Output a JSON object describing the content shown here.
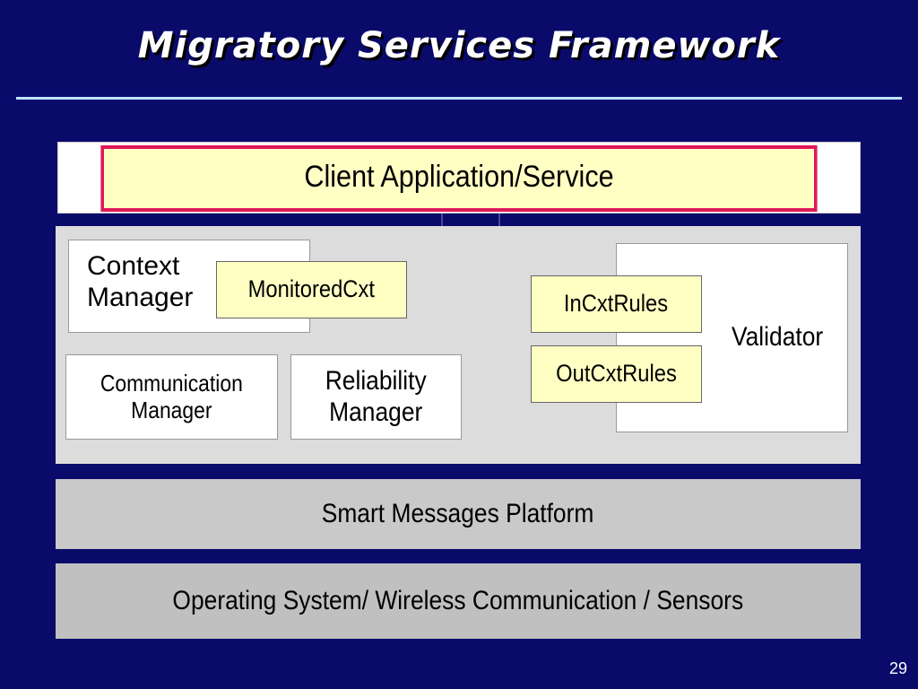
{
  "slide": {
    "title": "Migratory Services Framework",
    "page_number": "29"
  },
  "diagram": {
    "client": "Client Application/Service",
    "context_manager": [
      "Context",
      "Manager"
    ],
    "monitored_cxt": "MonitoredCxt",
    "communication_manager": [
      "Communication",
      "Manager"
    ],
    "reliability_manager": [
      "Reliability",
      "Manager"
    ],
    "validator": "Validator",
    "in_cxt_rules": "InCxtRules",
    "out_cxt_rules": "OutCxtRules",
    "smart_messages": "Smart Messages Platform",
    "os_layer": "Operating System/ Wireless Communication / Sensors"
  },
  "colors": {
    "background": "#0a0a6b",
    "rule": "#bfe4ff",
    "client_border": "#e0185a",
    "yellow_box": "#ffffc4",
    "connector": "#5a5aa0"
  }
}
